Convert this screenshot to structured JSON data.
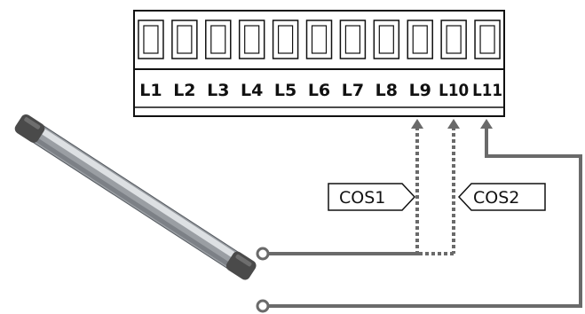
{
  "terminals": [
    "L1",
    "L2",
    "L3",
    "L4",
    "L5",
    "L6",
    "L7",
    "L8",
    "L9",
    "L10",
    "L11"
  ],
  "labels": {
    "cos1": "COS1",
    "cos2": "COS2"
  },
  "colors": {
    "outline": "#111111",
    "wire": "#6a6a6a",
    "edge_body": "#9a9ea3",
    "edge_highlight": "#dde0e3",
    "edge_cap": "#4a4a4a"
  }
}
